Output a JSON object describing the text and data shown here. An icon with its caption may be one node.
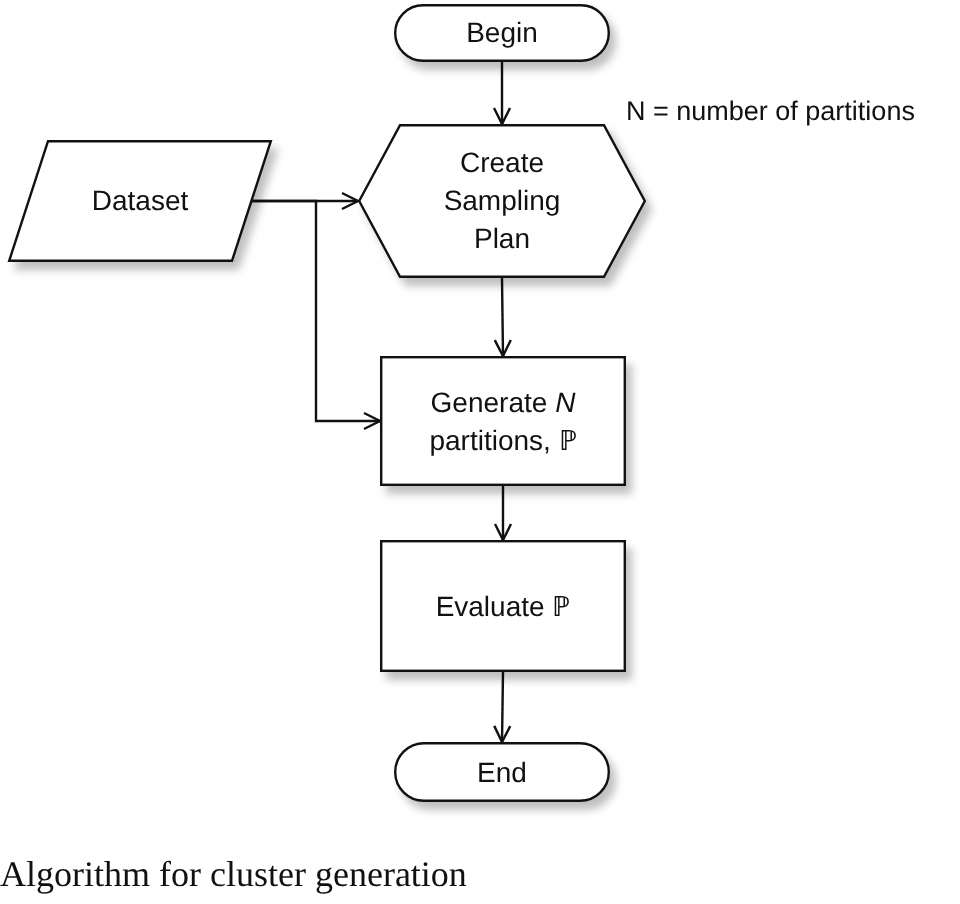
{
  "diagram": {
    "caption": "Algorithm for cluster generation",
    "nodes": [
      {
        "text": [
          "Begin"
        ]
      },
      {
        "text": [
          "Dataset"
        ]
      },
      {
        "text": [
          "Create Sampling Plan"
        ]
      },
      {
        "text": [
          "Generate *N* partitions, ℙ"
        ]
      },
      {
        "text": [
          "Evaluate ℙ"
        ]
      },
      {
        "text": [
          "End"
        ]
      }
    ],
    "edges": [
      {
        "from": 0,
        "to": 2,
        "arrow": "to"
      },
      {
        "from": 1,
        "to": 2,
        "arrow": "to"
      },
      {
        "from": 1,
        "to": 3,
        "arrow": "to"
      },
      {
        "from": 2,
        "to": 3,
        "arrow": "to"
      },
      {
        "from": 3,
        "to": 4,
        "arrow": "to"
      },
      {
        "from": 4,
        "to": 5,
        "arrow": "to"
      }
    ],
    "labels": [
      "N = number of partitions"
    ]
  }
}
